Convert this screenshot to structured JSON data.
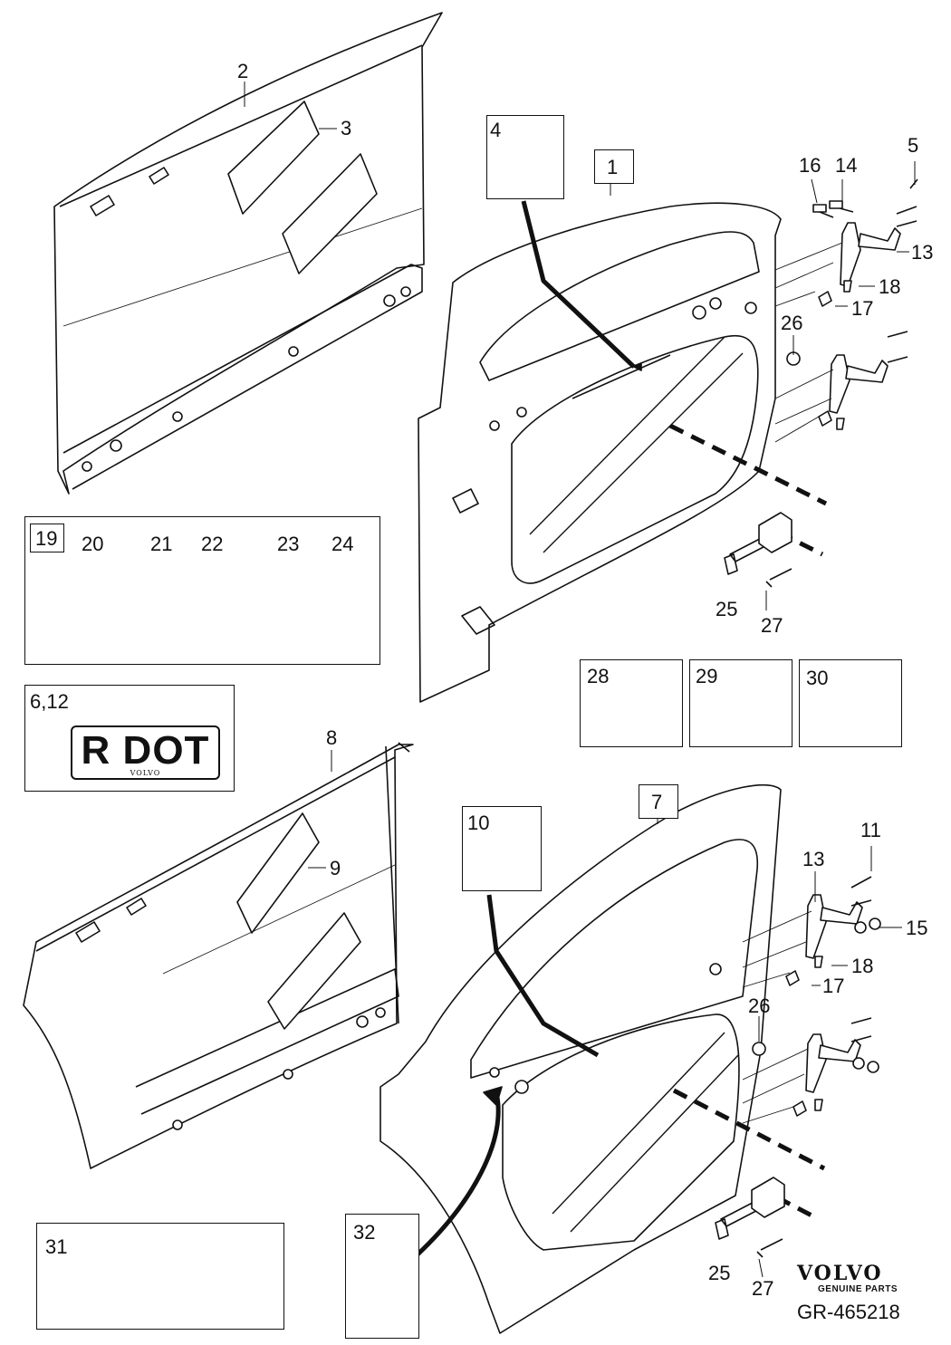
{
  "callouts": {
    "c1": "1",
    "c2": "2",
    "c3": "3",
    "c4": "4",
    "c5": "5",
    "c6_12": "6,12",
    "c7": "7",
    "c8": "8",
    "c9": "9",
    "c10": "10",
    "c11": "11",
    "c13a": "13",
    "c13b": "13",
    "c14": "14",
    "c15": "15",
    "c16": "16",
    "c17a": "17",
    "c17b": "17",
    "c18a": "18",
    "c18b": "18",
    "c19": "19",
    "c20": "20",
    "c21": "21",
    "c22": "22",
    "c23": "23",
    "c24": "24",
    "c25a": "25",
    "c25b": "25",
    "c26a": "26",
    "c26b": "26",
    "c27a": "27",
    "c27b": "27",
    "c28": "28",
    "c29": "29",
    "c30": "30",
    "c31": "31",
    "c32": "32"
  },
  "label_plate": {
    "text": "R DOT",
    "brand": "VOLVO"
  },
  "footer": {
    "brand": "VOLVO",
    "tagline": "GENUINE PARTS",
    "reference": "GR-465218"
  },
  "colors": {
    "line": "#111111",
    "background": "#ffffff",
    "fill": "#f4f4f4"
  }
}
